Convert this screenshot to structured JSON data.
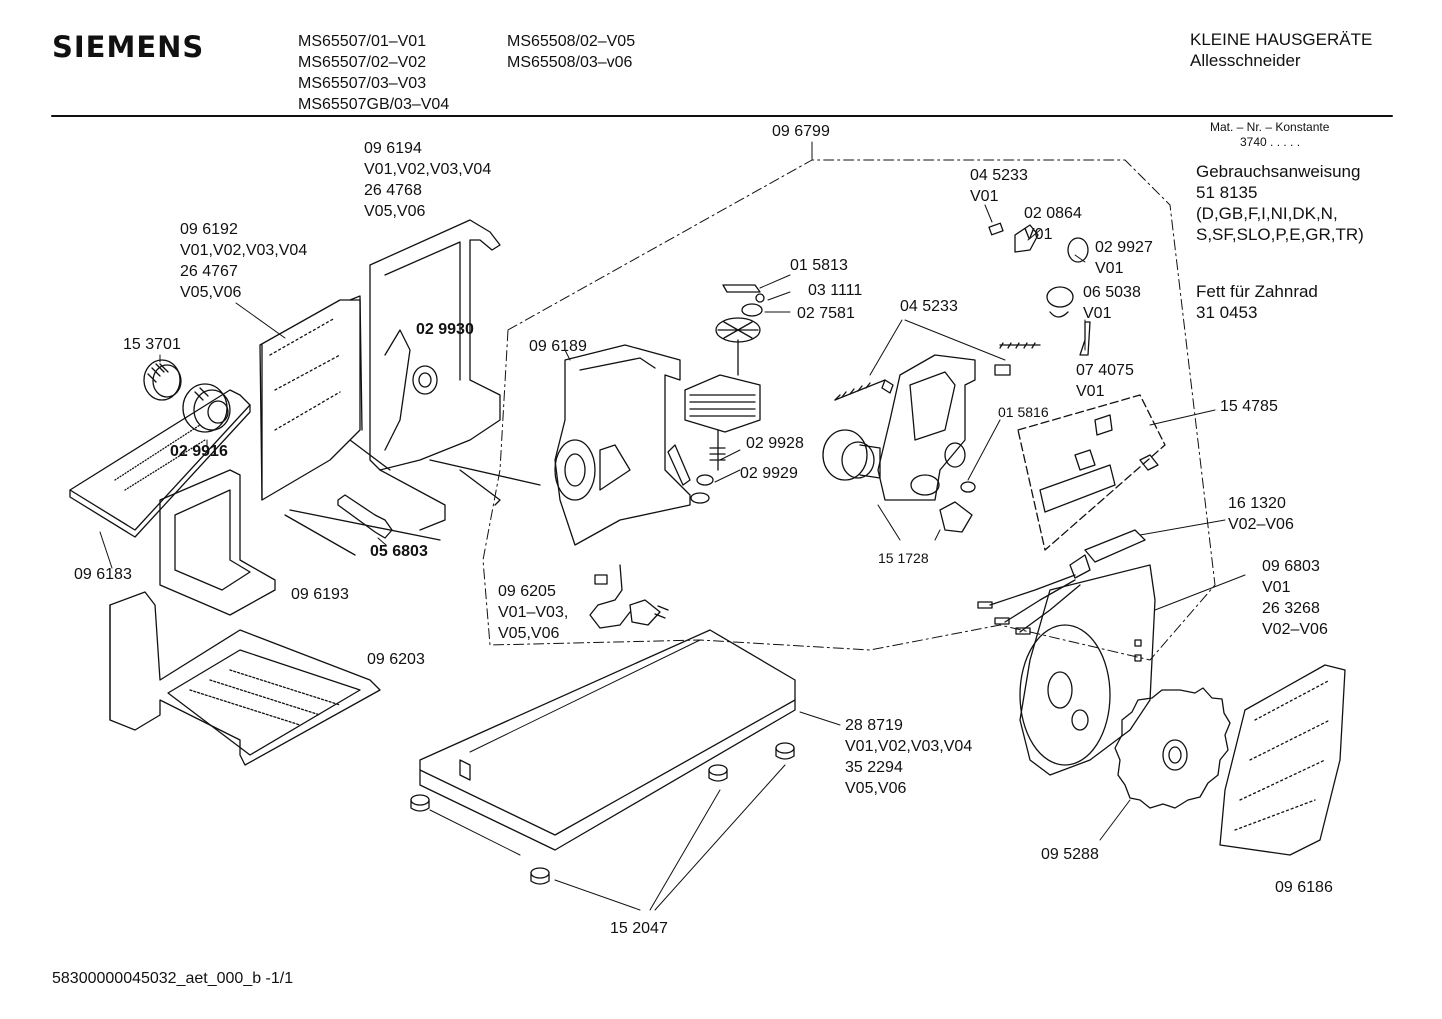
{
  "header": {
    "brand": "SIEMENS",
    "models_col1": [
      "MS65507/01–V01",
      "MS65507/02–V02",
      "MS65507/03–V03",
      "MS65507GB/03–V04"
    ],
    "models_col2": [
      "MS65508/02–V05",
      "MS65508/03–v06"
    ],
    "category": "KLEINE HAUSGERÄTE",
    "product": "Allesschneider"
  },
  "info": {
    "mat_nr": "Mat. – Nr. – Konstante",
    "constant": "3740 . . . . .",
    "manual_title": "Gebrauchsanweisung",
    "manual_number": "51 8135",
    "manual_languages": "(D,GB,F,I,NI,DK,N,",
    "manual_languages2": "S,SF,SLO,P,E,GR,TR)",
    "grease_title": "Fett für Zahnrad",
    "grease_number": "31 0453"
  },
  "parts": {
    "p096799": "09 6799",
    "p096194": [
      "09 6194",
      "V01,V02,V03,V04",
      "26 4768",
      "V05,V06"
    ],
    "p096192": [
      "09 6192",
      "V01,V02,V03,V04",
      "26 4767",
      "V05,V06"
    ],
    "p153701": "15 3701",
    "p029930": "02 9930",
    "p029916": "02 9916",
    "p096183": "09 6183",
    "p056803": "05 6803",
    "p096193": "09 6193",
    "p096203": "09 6203",
    "p096189": "09 6189",
    "p015813": "01 5813",
    "p031111": "03 1111",
    "p027581": "02 7581",
    "p029928": "02 9928",
    "p029929": "02 9929",
    "p096205": [
      "09 6205",
      "V01–V03,",
      "V05,V06"
    ],
    "p045233a": [
      "04 5233",
      "V01"
    ],
    "p020864": [
      "02 0864",
      "V01"
    ],
    "p029927": [
      "02 9927",
      "V01"
    ],
    "p065038": [
      "06 5038",
      "V01"
    ],
    "p074075": [
      "07 4075",
      "V01"
    ],
    "p045233b": "04 5233",
    "p015816": "01 5816",
    "p151728": "15 1728",
    "p154785": "15 4785",
    "p161320": [
      "16 1320",
      "V02–V06"
    ],
    "p096803": [
      "09 6803",
      "V01",
      "26 3268",
      "V02–V06"
    ],
    "p288719": [
      "28 8719",
      "V01,V02,V03,V04",
      "35 2294",
      "V05,V06"
    ],
    "p152047": "15 2047",
    "p095288": "09 5288",
    "p096186": "09 6186"
  },
  "footer": "58300000045032_aet_000_b -1/1"
}
